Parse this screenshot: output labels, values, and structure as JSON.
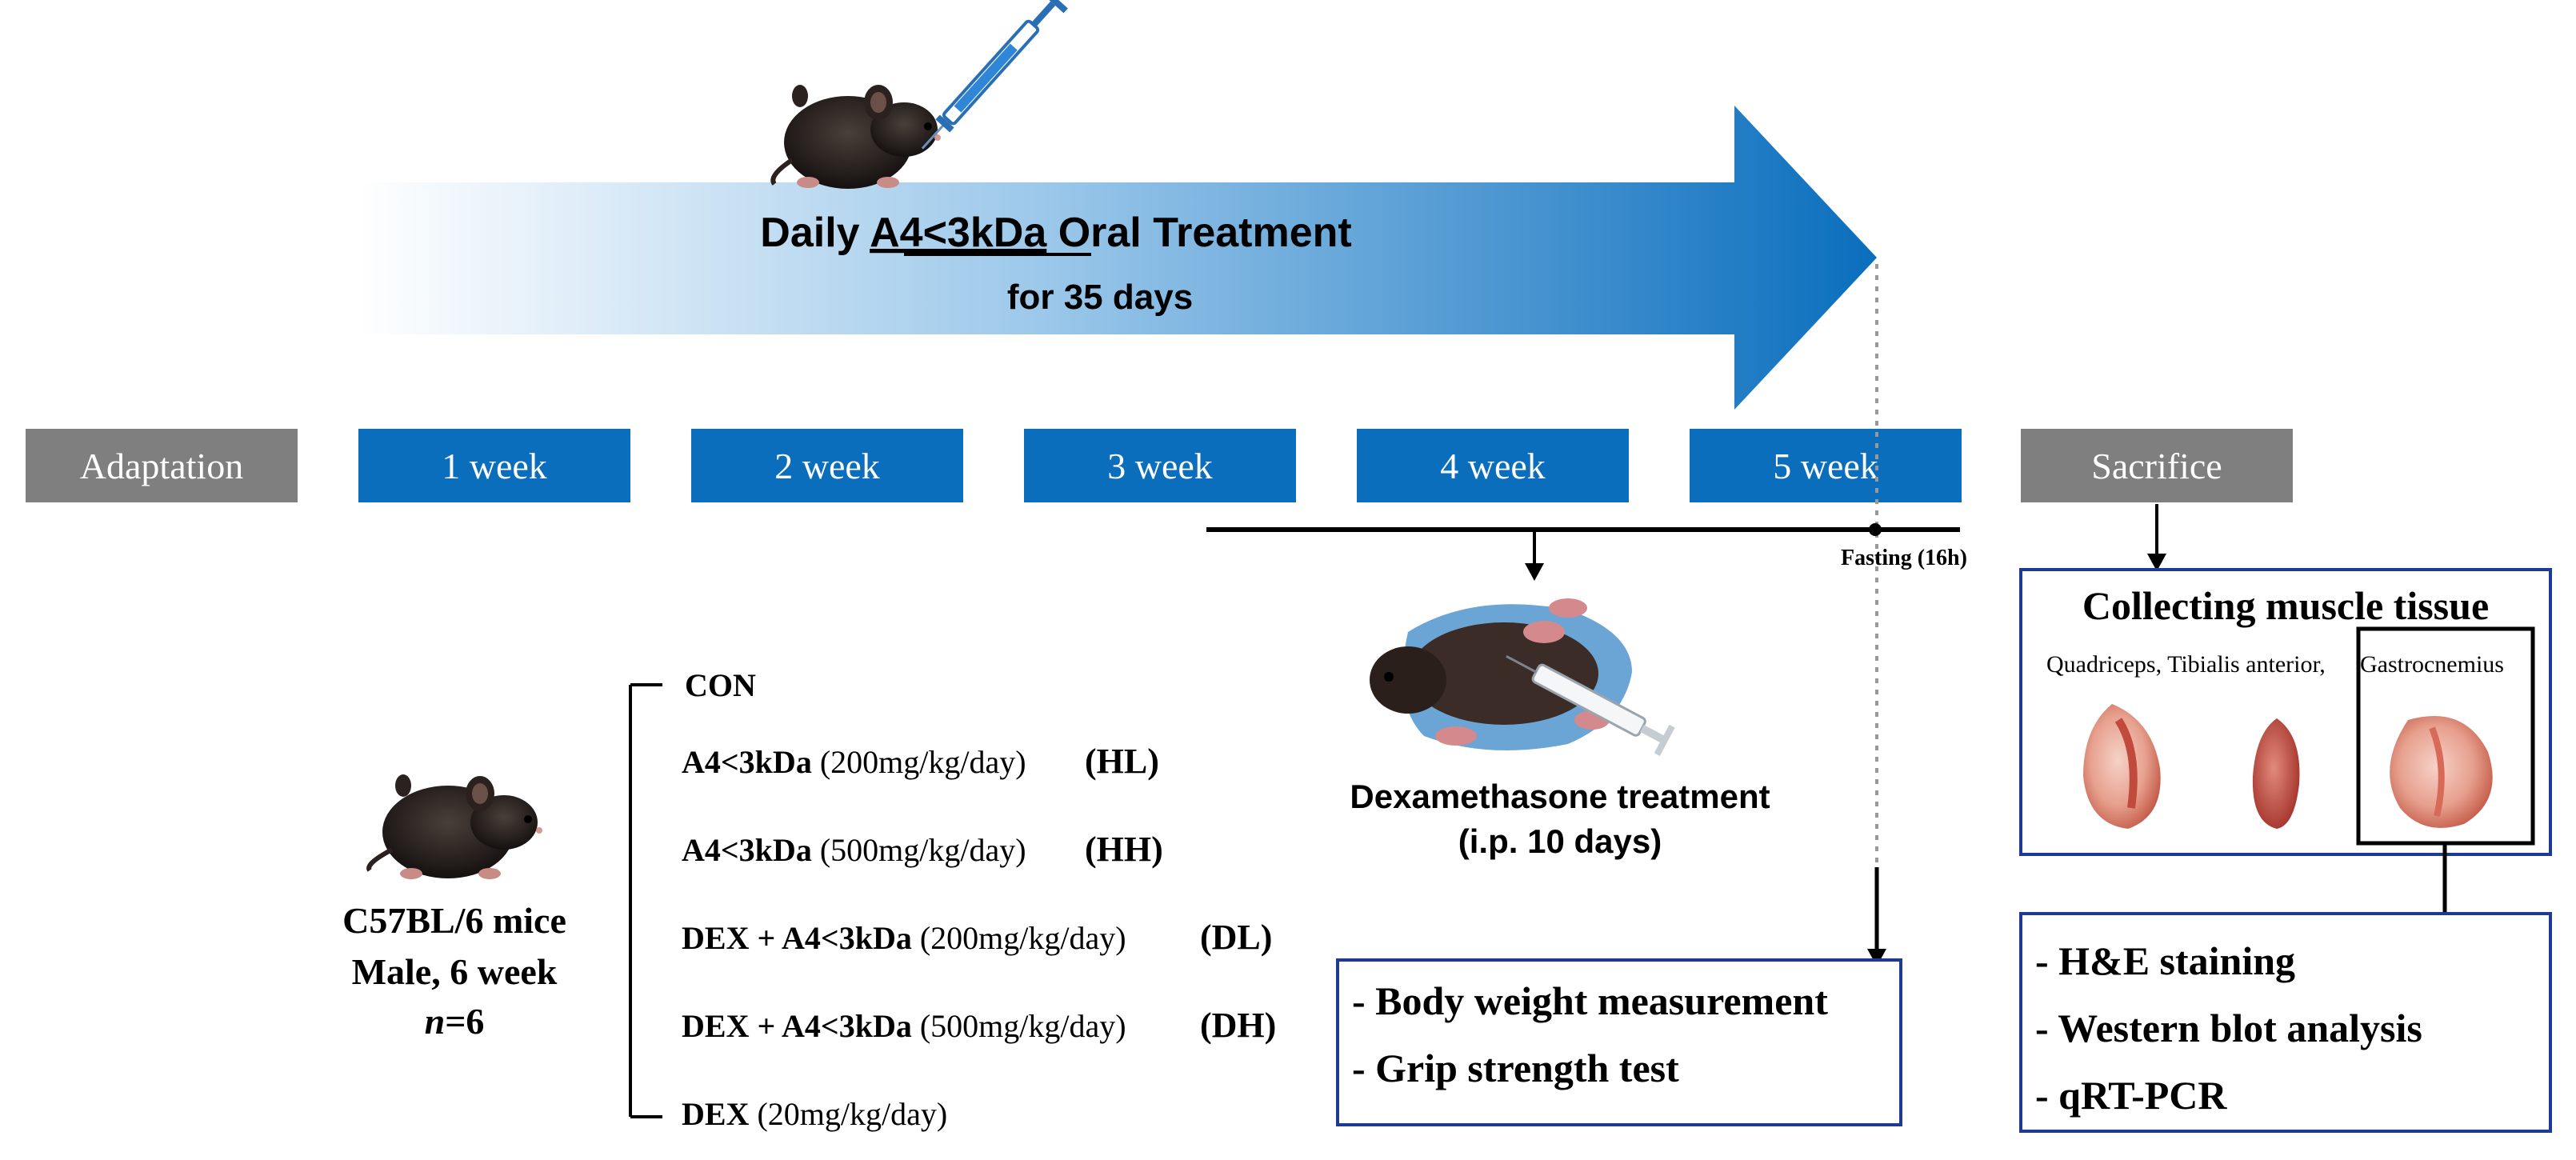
{
  "arrow_banner": {
    "title_prefix": "Daily ",
    "title_underlined": "A4<3kDa",
    "title_suffix": " Oral Treatment",
    "subtitle": "for 35 days"
  },
  "timeline": {
    "adaptation": "Adaptation",
    "weeks": [
      "1 week",
      "2 week",
      "3 week",
      "4 week",
      "5 week"
    ],
    "sacrifice": "Sacrifice",
    "fasting": "Fasting (16h)"
  },
  "mice": {
    "strain": "C57BL/6 mice",
    "sex_age": "Male, 6 week",
    "n_italic": "n",
    "n_value": "=6"
  },
  "groups": [
    {
      "bold": "CON",
      "dose": "",
      "code": ""
    },
    {
      "bold": "A4<3kDa",
      "dose": " (200mg/kg/day)",
      "code": "(HL)"
    },
    {
      "bold": "A4<3kDa",
      "dose": " (500mg/kg/day)",
      "code": "(HH)"
    },
    {
      "bold": "DEX + A4<3kDa",
      "dose": " (200mg/kg/day)",
      "code": "(DL)"
    },
    {
      "bold": "DEX + A4<3kDa",
      "dose": " (500mg/kg/day)",
      "code": "(DH)"
    },
    {
      "bold": "DEX",
      "dose": " (20mg/kg/day)",
      "code": ""
    }
  ],
  "dexamethasone": {
    "line1": "Dexamethasone treatment",
    "line2": "(i.p. 10 days)"
  },
  "measurements": [
    "- Body weight measurement",
    "- Grip strength test"
  ],
  "muscle": {
    "title": "Collecting muscle tissue",
    "tissues_left": "Quadriceps, Tibialis anterior,",
    "tissues_right": "Gastrocnemius"
  },
  "analyses": [
    "- H&E staining",
    "- Western blot analysis",
    "- qRT-PCR"
  ],
  "colors": {
    "blue": "#0a6ebd",
    "gray": "#7f7f7f",
    "box_border": "#1f3a93",
    "arrow_dark": "#0a6ebd",
    "arrow_light": "#ffffff"
  }
}
